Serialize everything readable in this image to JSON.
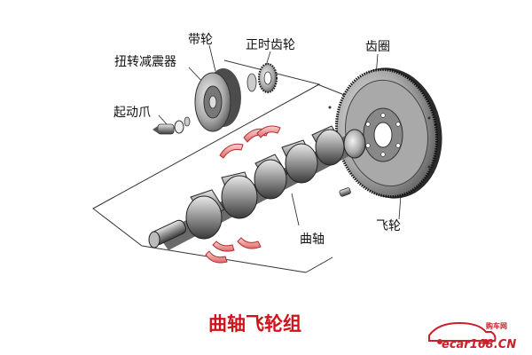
{
  "diagram": {
    "labels": {
      "belt_pulley": "带轮",
      "torsional_damper": "扭转减震器",
      "timing_gear": "正时齿轮",
      "starter_claw": "起动爪",
      "ring_gear": "齿圈",
      "flywheel": "飞轮",
      "crankshaft": "曲轴"
    },
    "title": "曲轴飞轮组"
  },
  "watermark": {
    "brand_top": "购车网",
    "brand_bottom": "ecar168.CN"
  },
  "colors": {
    "title": "#d0131b",
    "bearing_shell": "#f08a8a",
    "metal_dark": "#4a4a4a",
    "metal_light": "#bdbdbd"
  }
}
